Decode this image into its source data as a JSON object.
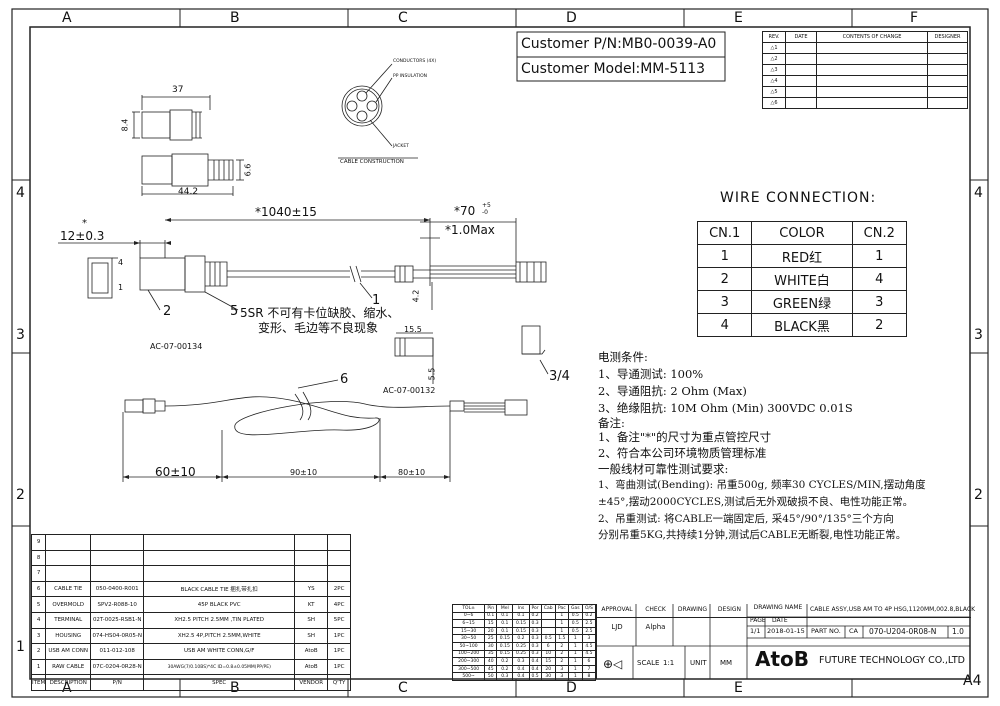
{
  "border_letters": [
    "A",
    "B",
    "C",
    "D",
    "E",
    "F"
  ],
  "border_numbers": [
    "4",
    "3",
    "2",
    "1"
  ],
  "customer_pn": "Customer P/N:MB0-0039-A0",
  "customer_model": "Customer Model:MM-5113",
  "revision": {
    "headers": [
      "REV.",
      "DATE",
      "CONTENTS OF CHANGE",
      "DESIGNER"
    ],
    "marks": [
      "1",
      "2",
      "3",
      "4",
      "5",
      "6"
    ]
  },
  "cable_construction": {
    "title": "CABLE CONSTRUCTION",
    "conductors": "CONDUCTORS (4X)",
    "insulation": "PP INSULATION",
    "jacket": "JACKET"
  },
  "dims": {
    "d37": "37",
    "d84": "8.4",
    "d66": "6.6",
    "d442": "44.2",
    "star": "*",
    "d12": "12±0.3",
    "d1040": "*1040±15",
    "d70": "*70",
    "d70tol": "+5\n-0",
    "d10max": "*1.0Max",
    "d42": "4.2",
    "d155": "15.5",
    "d55": "5.5",
    "d60": "60±10",
    "d90": "90±10",
    "d80": "80±10"
  },
  "labels": {
    "pin4": "4",
    "pin1": "1",
    "ac134": "AC-07-00134",
    "ac132": "AC-07-00132",
    "l1": "1",
    "l2": "2",
    "l34": "3/4",
    "l5": "5",
    "l6": "6",
    "sr_note1": "5SR 不可有卡位缺胶、缩水、",
    "sr_note2": "变形、毛边等不良现象"
  },
  "wire_connection": {
    "title": "WIRE CONNECTION:",
    "headers": [
      "CN.1",
      "COLOR",
      "CN.2"
    ],
    "rows": [
      [
        "1",
        "RED红",
        "1"
      ],
      [
        "2",
        "WHITE白",
        "4"
      ],
      [
        "3",
        "GREEN绿",
        "3"
      ],
      [
        "4",
        "BLACK黑",
        "2"
      ]
    ]
  },
  "notes": [
    "电测条件:",
    "1、导通测试: 100%",
    "2、导通阻抗: 2 Ohm (Max)",
    "3、绝缘阻抗: 10M Ohm (Min) 300VDC 0.01S",
    "备注:",
    "1、备注\"*\"的尺寸为重点管控尺寸",
    "2、符合本公司环境物质管理标准",
    "一般线材可靠性测试要求:",
    "1、弯曲测试(Bending): 吊重500g, 频率30 CYCLES/MIN,摆动角度",
    "±45°,摆动2000CYCLES,测试后无外观破损不良、电性功能正常。",
    "2、吊重测试: 将CABLE一端固定后, 采45°/90°/135°三个方向",
    "分别吊重5KG,共持续1分钟,测试后CABLE无断裂,电性功能正常。"
  ],
  "bom": {
    "headers": [
      "ITEM",
      "DESCRIPTION",
      "P/N",
      "SPEC",
      "VENDOR",
      "Q'TY"
    ],
    "rows": [
      [
        "9",
        "",
        "",
        "",
        "",
        ""
      ],
      [
        "8",
        "",
        "",
        "",
        "",
        ""
      ],
      [
        "7",
        "",
        "",
        "",
        "",
        ""
      ],
      [
        "6",
        "CABLE TIE",
        "050-0400-R001",
        "BLACK CABLE TIE 捆扎带扎扣",
        "YS",
        "2PC"
      ],
      [
        "5",
        "OVERMOLD",
        "SPV2-R088-10",
        "45P BLACK PVC",
        "KT",
        "4PC"
      ],
      [
        "4",
        "TERMINAL",
        "02T-0025-RSB1-N",
        "XH2.5 PITCH 2.5MM ,TIN PLATED",
        "SH",
        "5PC"
      ],
      [
        "3",
        "HOUSING",
        "074-HS04-0R05-N",
        "XH2.5 4P,PITCH 2.5MM,WHITE",
        "SH",
        "1PC"
      ],
      [
        "2",
        "USB AM CONN",
        "011-012-108",
        "USB AM WHITE CONN,G/F",
        "AtoB",
        "1PC"
      ],
      [
        "1",
        "RAW CABLE",
        "07C-0204-0R28-N",
        "30AWG(7/0.10BS)*4C ID=0.8±0.05MM(PP/PE)",
        "AtoB",
        "1PC"
      ]
    ]
  },
  "tol": {
    "headers": [
      "TOL±",
      "Pin",
      "Mel",
      "Ins",
      "Por",
      "Cab",
      "Pac",
      "Gas",
      "O/S"
    ],
    "rows": [
      [
        "0~6",
        "0.1",
        "0.1",
        "0.1",
        "0.2",
        "",
        "1",
        "0.5",
        "0.2"
      ],
      [
        "6~15",
        "15",
        "0.1",
        "0.15",
        "0.3",
        "",
        "1",
        "0.5",
        "2.5"
      ],
      [
        "15~30",
        "20",
        "0.1",
        "0.15",
        "0.3",
        "",
        "1",
        "0.5",
        "2.5"
      ],
      [
        "30~50",
        "25",
        "0.15",
        "0.2",
        "0.3",
        "0.5",
        "1.5",
        "1",
        "3"
      ],
      [
        "50~100",
        "30",
        "0.15",
        "0.25",
        "0.3",
        "6",
        "2",
        "1",
        "4.5"
      ],
      [
        "100~200",
        "35",
        "0.15",
        "0.25",
        "0.3",
        "10",
        "2",
        "1",
        "4.5"
      ],
      [
        "200~300",
        "40",
        "0.2",
        "0.3",
        "0.4",
        "15",
        "2",
        "1",
        "6"
      ],
      [
        "300~500",
        "45",
        "0.2",
        "0.4",
        "0.4",
        "20",
        "3",
        "1",
        "7"
      ],
      [
        "500~",
        "50",
        "0.3",
        "0.4",
        "0.5",
        "30",
        "3",
        "1",
        "8"
      ]
    ]
  },
  "title_block": {
    "approval": "APPROVAL",
    "check": "CHECK",
    "drawing": "DRAWING",
    "design": "DESIGN",
    "ljd": "LJD",
    "alpha": "Alpha",
    "drawing_name": "DRAWING NAME",
    "drawing_name_value": "CABLE ASSY,USB AM TO 4P HSG,1120MM,002.8,BLACK",
    "page": "PAGE",
    "date": "DATE",
    "page_value": "1/1",
    "date_value": "2018-01-15",
    "part_no": "PART NO.",
    "ca": "CA",
    "part_no_value": "070-U204-0R08-N",
    "rev_value": "1.0",
    "scale": "SCALE",
    "scale_value": "1:1",
    "unit": "UNIT",
    "unit_value": "MM",
    "brand": "AtoB",
    "company": "FUTURE TECHNOLOGY CO.,LTD",
    "sheet": "A4"
  }
}
